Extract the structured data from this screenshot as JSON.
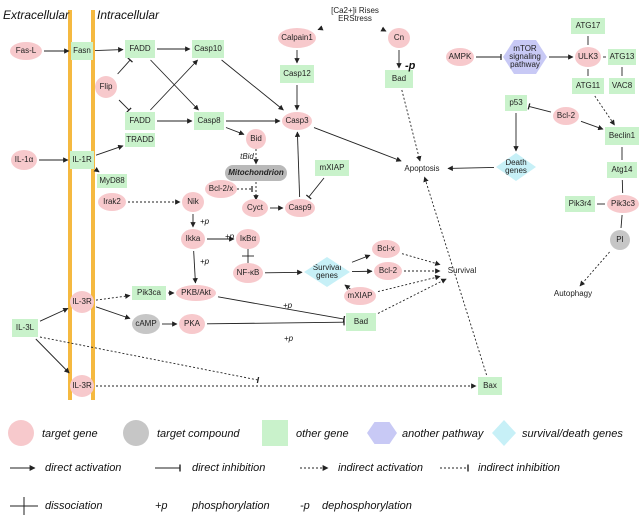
{
  "regions": {
    "extracellular": "Extracellular",
    "intracellular": "Intracellular"
  },
  "nodes": {
    "fasl": "Fas-L",
    "fasn": "Fasn",
    "fadd1": "FADD",
    "casp10": "Casp10",
    "flip": "Flip",
    "fadd2": "FADD",
    "tradd": "TRADD",
    "casp8": "Casp8",
    "il1a": "IL-1α",
    "il1r": "IL-1R",
    "myd88": "MyD88",
    "irak2": "Irak2",
    "bid": "Bid",
    "tbid": "tBid",
    "mito": "Mitochondrion",
    "bcl2x": "Bcl-2/x",
    "cyct": "Cyct",
    "casp9": "Casp9",
    "mxiap1": "mXIAP",
    "nik": "Nik",
    "ikka": "Ikka",
    "ikba": "IκBα",
    "nfkb": "NF-κB",
    "survgenes": "Survival genes",
    "bclx": "Bcl-x",
    "bcl2b": "Bcl-2",
    "mxiap2": "mXIAP",
    "survival": "Survival",
    "ca": "[Ca2+]i Rises\nERStress",
    "calpain1": "Calpain1",
    "cn": "Cn",
    "casp12": "Casp12",
    "bad1": "Bad",
    "casp3": "Casp3",
    "apoptosis": "Apoptosis",
    "il3r1": "IL-3R",
    "pik3ca": "Pik3ca",
    "pkbakt": "PKB/Akt",
    "camp": "cAMP",
    "pka": "PKA",
    "bad2": "Bad",
    "il3l": "IL-3L",
    "il3r2": "IL-3R",
    "bax": "Bax",
    "ampk": "AMPK",
    "mtor": "mTOR\nsignaling\npathway",
    "ulk3": "ULK3",
    "atg17": "ATG17",
    "atg13": "ATG13",
    "atg11": "ATG11",
    "vac8": "VAC8",
    "p53": "p53",
    "bcl2a": "Bcl-2",
    "beclin1": "Beclin1",
    "deathgenes": "Death\ngenes",
    "atg14": "Atg14",
    "pik3r4": "Pik3r4",
    "pik3c3": "Pik3c3",
    "pi": "PI",
    "autophagy": "Autophagy"
  },
  "annotations": {
    "p1": "+p",
    "p2": "+p",
    "p3": "+p",
    "p4": "+p",
    "p5": "+p",
    "m1": "-p"
  },
  "legend": {
    "target_gene": "target gene",
    "target_compound": "target compound",
    "other_gene": "other gene",
    "another_pathway": "another pathway",
    "survival_death": "survival/death genes",
    "direct_activation": "direct activation",
    "direct_inhibition": "direct inhibition",
    "indirect_activation": "indirect activation",
    "indirect_inhibition": "indirect inhibition",
    "dissociation": "dissociation",
    "phos_symbol": "+p",
    "phos": "phosphorylation",
    "dephos_symbol": "-p",
    "dephos": "dephosphorylation"
  },
  "colors": {
    "target_gene": "#f7c9cc",
    "other_gene": "#c9f2cb",
    "target_compound": "#c6c6c6",
    "another_pathway": "#c8c9f5",
    "survival": "#c7f0f7",
    "membrane": "#f5b940"
  }
}
